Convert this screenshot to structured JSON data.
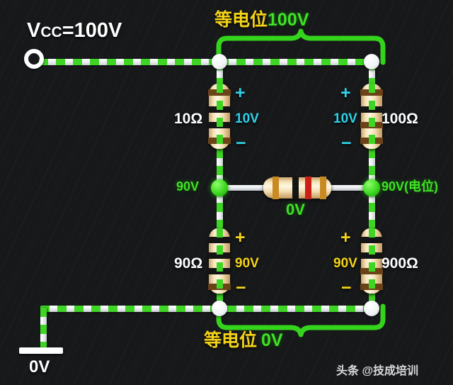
{
  "diagram": {
    "title_source": "Vcc=100V",
    "source": {
      "label_v": "V",
      "label_sub": "CC",
      "label_eq": "=100V",
      "terminal_name": "vcc-terminal"
    },
    "ground": {
      "label": "0V"
    },
    "annotations": {
      "top_equipotential": "等电位",
      "top_equipotential_value": "100V",
      "bottom_equipotential": "等电位",
      "bottom_equipotential_value": "0V"
    },
    "nodes": [
      {
        "name": "node-top-left",
        "label": "",
        "color": "#ffffff"
      },
      {
        "name": "node-top-right",
        "label": "",
        "color": "#ffffff"
      },
      {
        "name": "node-mid-left",
        "label": "90V",
        "color": "#3cd71f"
      },
      {
        "name": "node-mid-right",
        "label": "90V(电位)",
        "color": "#3cd71f"
      },
      {
        "name": "node-bottom-left",
        "label": "",
        "color": "#ffffff"
      },
      {
        "name": "node-bottom-right",
        "label": "",
        "color": "#ffffff"
      }
    ],
    "resistors": [
      {
        "name": "resistor-top-left",
        "resistance": "10Ω",
        "voltage": "10V",
        "plus": "+",
        "minus": "−",
        "orientation": "vertical",
        "label_color": "#2fd2e8"
      },
      {
        "name": "resistor-top-right",
        "resistance": "100Ω",
        "voltage": "10V",
        "plus": "+",
        "minus": "−",
        "orientation": "vertical",
        "label_color": "#2fd2e8"
      },
      {
        "name": "resistor-middle",
        "resistance": "",
        "voltage": "0V",
        "plus": "",
        "minus": "",
        "orientation": "horizontal",
        "label_color": "#3fe226"
      },
      {
        "name": "resistor-bottom-left",
        "resistance": "90Ω",
        "voltage": "90V",
        "plus": "+",
        "minus": "−",
        "orientation": "vertical",
        "label_color": "#f5d317"
      },
      {
        "name": "resistor-bottom-right",
        "resistance": "900Ω",
        "voltage": "90V",
        "plus": "+",
        "minus": "−",
        "orientation": "vertical",
        "label_color": "#f5d317"
      }
    ],
    "watermark": "头条 @技成培训",
    "colors": {
      "background": "#16181a",
      "wire_green": "#3fd524",
      "wire_white": "#ffffff",
      "cyan": "#2fd2e8",
      "yellow": "#f5d317",
      "green_text": "#3fe226"
    }
  }
}
